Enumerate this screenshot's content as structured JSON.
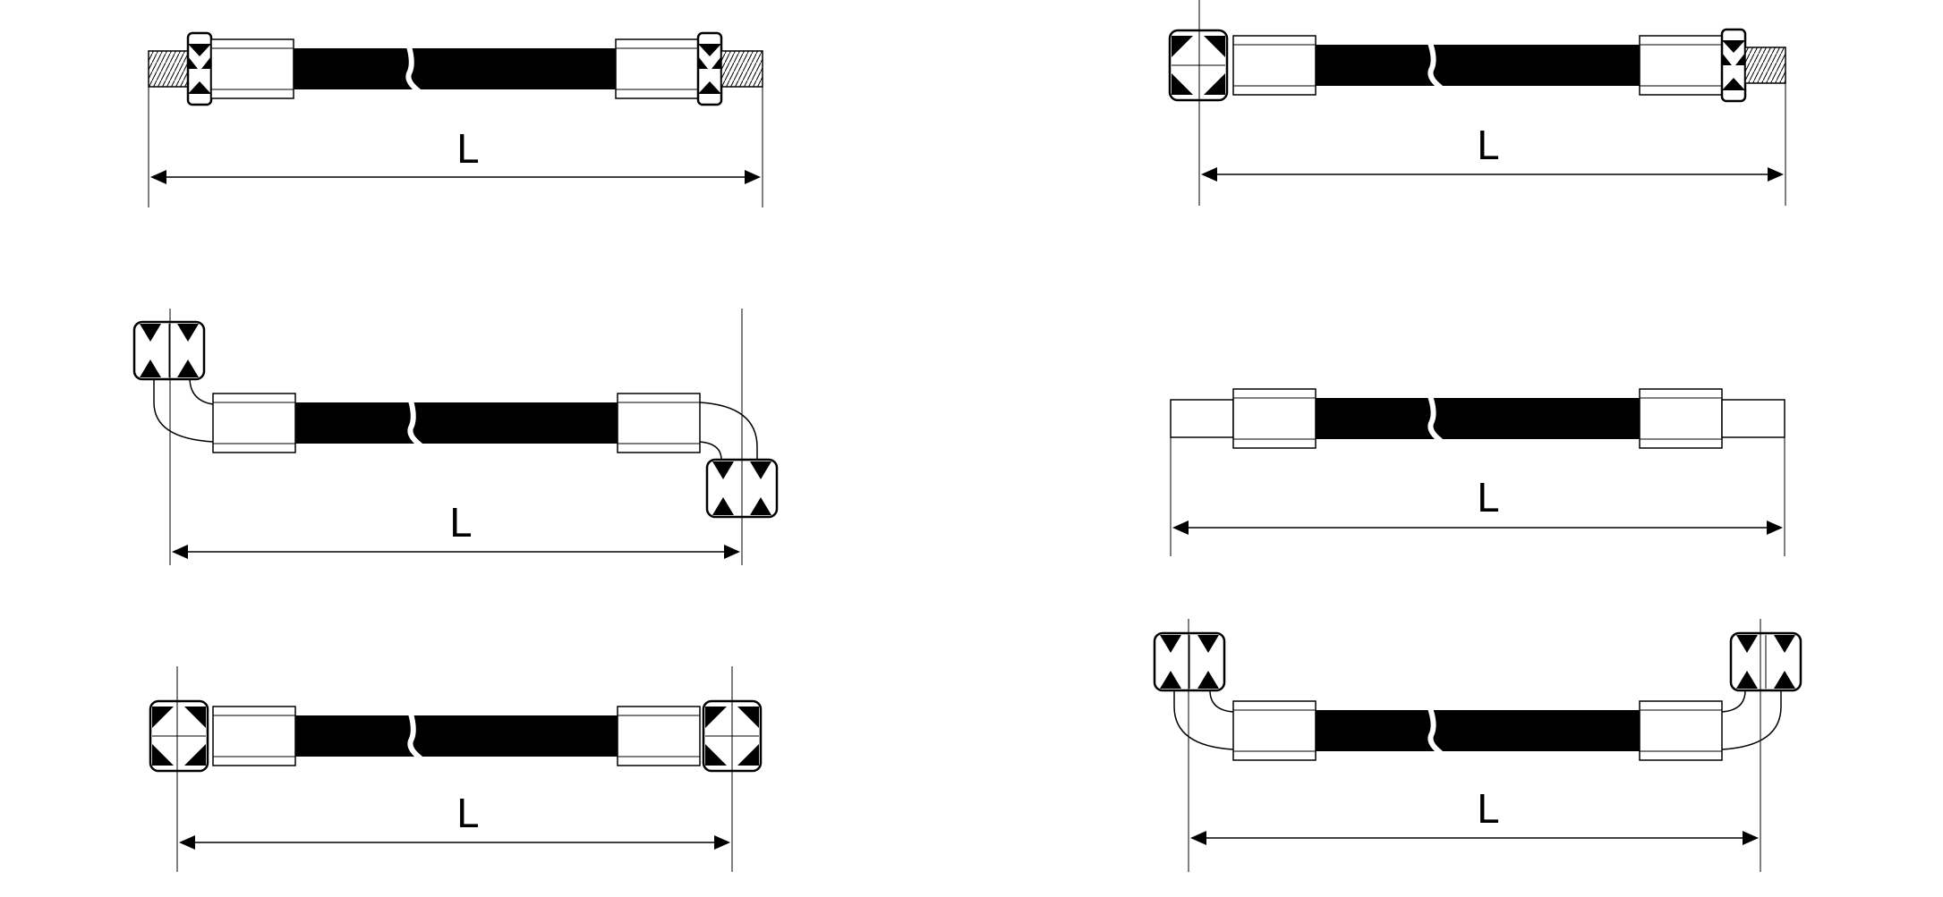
{
  "assemblies": [
    {
      "id": "a1",
      "label": "L",
      "left_end": "male-thread-hex",
      "right_end": "male-thread-hex"
    },
    {
      "id": "a2",
      "label": "L",
      "left_end": "female-swivel-straight",
      "right_end": "male-thread-hex"
    },
    {
      "id": "a3",
      "label": "L",
      "left_end": "female-swivel-elbow-up",
      "right_end": "female-swivel-elbow-down"
    },
    {
      "id": "a4",
      "label": "L",
      "left_end": "plain-tube",
      "right_end": "plain-tube"
    },
    {
      "id": "a5",
      "label": "L",
      "left_end": "female-swivel-straight",
      "right_end": "female-swivel-straight"
    },
    {
      "id": "a6",
      "label": "L",
      "left_end": "female-swivel-elbow-up",
      "right_end": "female-swivel-elbow-up"
    }
  ],
  "colors": {
    "ink": "#000000",
    "paper": "#ffffff"
  }
}
